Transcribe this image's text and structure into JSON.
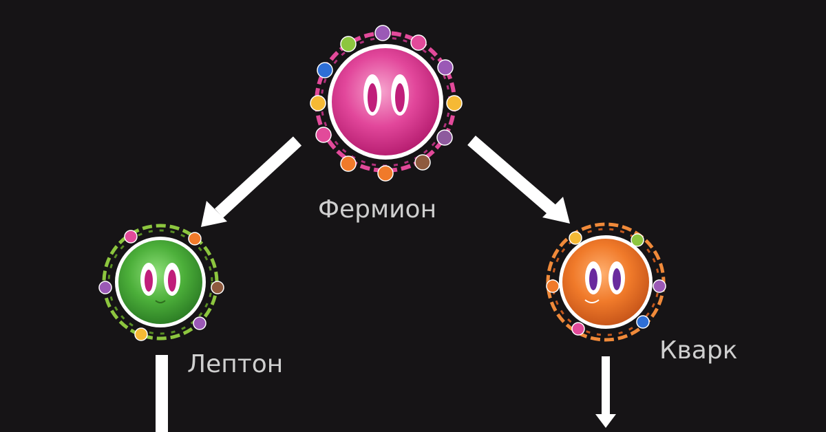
{
  "nodes": {
    "fermion": {
      "label": "Фермион",
      "color": "#e0338f",
      "ring_color": "#e24a9a"
    },
    "lepton": {
      "label": "Лептон",
      "color": "#4caf3a",
      "ring_color": "#8dc63f"
    },
    "quark": {
      "label": "Кварк",
      "color": "#f07a2a",
      "ring_color": "#f08a3a"
    }
  },
  "colors": {
    "background": "#161416",
    "arrow": "#ffffff",
    "text": "#cfcfcf"
  },
  "orbiting_particles": [
    "#8dc63f",
    "#9b59b6",
    "#e24a9a",
    "#2e6fd6",
    "#f5b935",
    "#f07a2a",
    "#8e5a9e",
    "#3a9bd6"
  ]
}
